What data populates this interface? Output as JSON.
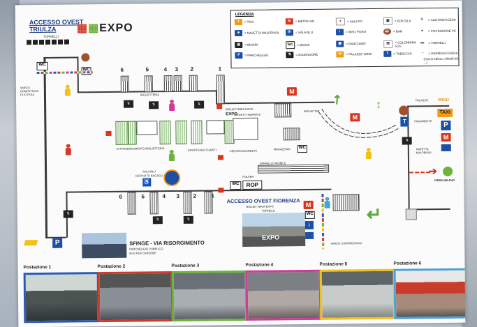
{
  "header": {
    "west_title_1": "ACCESSO OVEST",
    "west_title_2": "TRIULZA",
    "tornelli": "TORNELLI",
    "expo_logo": "EXPO"
  },
  "legend": {
    "title": "LEGENDA",
    "items": [
      {
        "icon": "taxi-icon",
        "label": "= TAXI"
      },
      {
        "icon": "navetta-icon",
        "label": "= NAVETTA MALPENSA"
      },
      {
        "icon": "binari-icon",
        "label": "= BINARI"
      },
      {
        "icon": "parking-icon",
        "label": "= PARCHEGGIO"
      },
      {
        "icon": "metro-icon",
        "label": "= METRO M1"
      },
      {
        "icon": "sala-blu-icon",
        "label": "= SALA BLU"
      },
      {
        "icon": "bagni-icon",
        "label": "= BAGNI"
      },
      {
        "icon": "ascensore-icon",
        "label": "= ASCENSORE"
      },
      {
        "icon": "sala-pc-icon",
        "label": "= SALA PC"
      },
      {
        "icon": "info-point-icon",
        "label": "= INFO POINT"
      },
      {
        "icon": "bancomat-icon",
        "label": "= BANCOMAT"
      },
      {
        "icon": "palazzo-wind-icon",
        "label": "= PALAZZO WIND"
      },
      {
        "icon": "edicola-icon",
        "label": "= EDICOLA"
      },
      {
        "icon": "bar-icon",
        "label": "= BAR"
      },
      {
        "icon": "colonnina-sos-icon",
        "label": "= COLONNINA SOS"
      },
      {
        "icon": "tabacchi-icon",
        "label": "= TABACCHI"
      },
      {
        "icon": "salita-discesa-icon",
        "label": "= SALITA/DISCESA"
      },
      {
        "icon": "postazione-pc-icon",
        "label": "= POSTAZIONE PC"
      },
      {
        "icon": "tornelli-icon",
        "label": "= TORNELLI"
      },
      {
        "icon": "ingresso-fiera-icon",
        "label": "= INGRESSO FIERA"
      }
    ],
    "ingresso_note": "(SOLO NEGLI ORARI DI ...)"
  },
  "colors": {
    "metro_red": "#d9341e",
    "parking_blue": "#1c4fa5",
    "route_green": "#5aaa3a",
    "wall": "#3a3a3a"
  },
  "map": {
    "binari_numbers": [
      "6",
      "5",
      "4",
      "3",
      "2",
      "1"
    ],
    "binari_numbers_lower": [
      "6",
      "5",
      "4",
      "3",
      "2",
      "1"
    ],
    "labels": {
      "biglietteria_1": "BIGLIETTERIA",
      "biglietteria_2": "BIGLIETTERIA",
      "biglietteria_3": "BIGLIETTERIA EXPO",
      "attraversamento": "ATTRAVERSAMENTO BIGLIETTERIA",
      "assistenza": "ASSISTENZA CLIENTI",
      "oggetti_smarriti": "OGGETTI SMARRITI",
      "centro_accrediti": "CENTRO ACCREDITI",
      "magazzino": "MAGAZZINO",
      "pannello_mobile": "PANNELLO MOBILE",
      "sala_blu": "SALA BLU",
      "deposito": "DEPOSITO BAGAGLI",
      "polfer": "POLFER",
      "rop": "ROP",
      "palazzo": "PALAZZO",
      "wind": "WIND",
      "taxi": "TAXI",
      "pagamento": "PAGAMENTO",
      "navetta": "NAVETTA MALPENSA",
      "fiera": "FIERA MILANO",
      "varco": "VARCO COMPRENSIVO",
      "varco_left": "VARCO COMPATTATO DI ATTESA",
      "east_title": "ACCESSO OVEST FIORENZA",
      "east_sub": "BIGLIETTERIA EXPO",
      "east_tornelli": "TORNELLI",
      "varchi": "VARCO COMPRENSIVO",
      "sfinge_title": "SFINGE - VIA RISORGIMENTO",
      "sfinge_sub1": "PARCHEGGIO PUBBLICO",
      "sfinge_sub2": "BUS PER CARCERE",
      "wc": "WC",
      "m": "M",
      "p": "P",
      "t": "T",
      "expo": "EXPO"
    }
  },
  "postazioni": [
    {
      "label": "Postazione 1",
      "color": "#2a5ab8"
    },
    {
      "label": "Postazione 2",
      "color": "#d23a2a"
    },
    {
      "label": "Postazione 3",
      "color": "#6cb33a"
    },
    {
      "label": "Postazione 4",
      "color": "#d23a9a"
    },
    {
      "label": "Postazione 5",
      "color": "#f2c21a"
    },
    {
      "label": "Postazione 6",
      "color": "#4aa3d8"
    }
  ]
}
